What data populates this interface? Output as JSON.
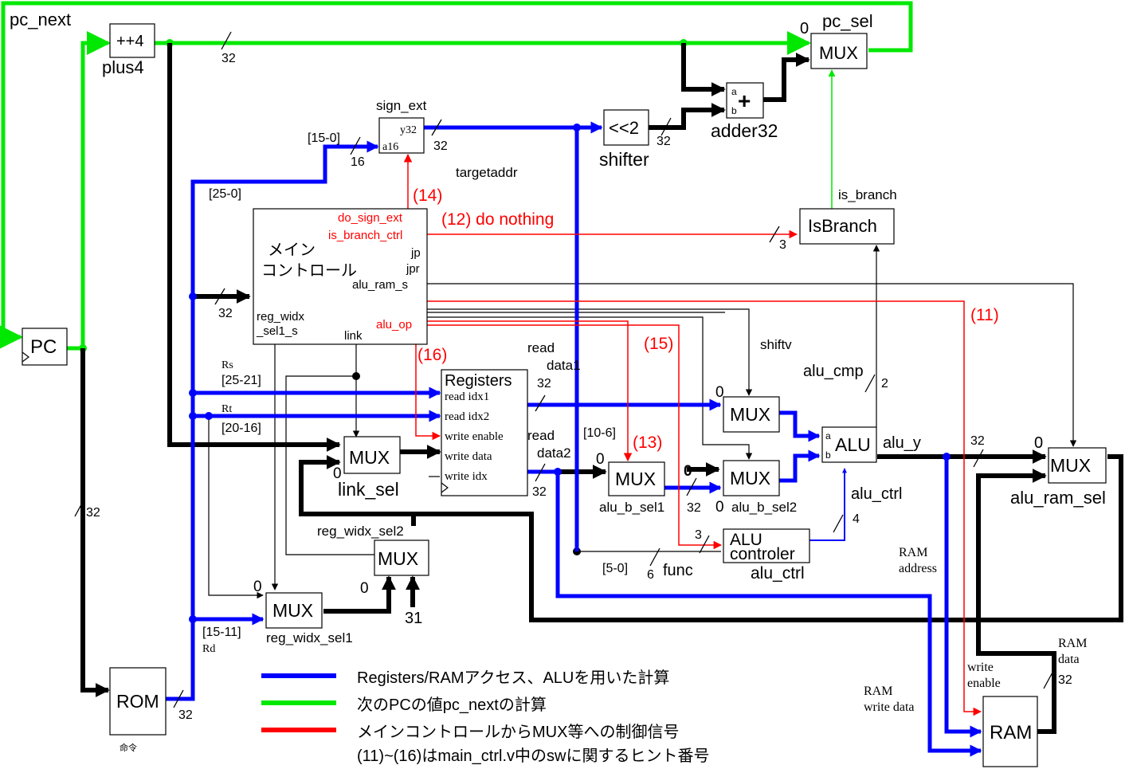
{
  "blocks": {
    "pc": "PC",
    "plus4": "++4",
    "plus4_name": "plus4",
    "rom": "ROM",
    "rom_sub": "命令",
    "sign_ext_name": "sign_ext",
    "sign_ext_y": "y32",
    "sign_ext_a": "a16",
    "shifter": "<<2",
    "shifter_name": "shifter",
    "adder": "+",
    "adder_name": "adder32",
    "adder_a": "a",
    "adder_b": "b",
    "pc_mux": "MUX",
    "pc_sel": "pc_sel",
    "isbranch": "IsBranch",
    "is_branch": "is_branch",
    "main_ctrl_line1": "メイン",
    "main_ctrl_line2": "コントロール",
    "registers": "Registers",
    "alu": "ALU",
    "alu_a": "a",
    "alu_b": "b",
    "alu_controler_line1": "ALU",
    "alu_controler_line2": "controler",
    "alu_ctrl_name": "alu_ctrl",
    "ram": "RAM",
    "mux": "MUX",
    "link_sel": "link_sel",
    "reg_widx_sel1": "reg_widx_sel1",
    "reg_widx_sel2": "reg_widx_sel2",
    "alu_b_sel1": "alu_b_sel1",
    "alu_b_sel2": "alu_b_sel2",
    "alu_ram_sel": "alu_ram_sel"
  },
  "ports": {
    "do_sign_ext": "do_sign_ext",
    "is_branch_ctrl": "is_branch_ctrl",
    "jp": "jp",
    "jpr": "jpr",
    "alu_ram_s": "alu_ram_s",
    "reg_widx_sel1_s_1": "reg_widx",
    "reg_widx_sel1_s_2": "_sel1_s",
    "link": "link",
    "alu_op": "alu_op",
    "read_idx1": "read idx1",
    "read_idx2": "read idx2",
    "write_enable": "write enable",
    "write_data": "write data",
    "write_idx": "write idx",
    "read_data1_a": "read",
    "read_data1_b": "data1",
    "read_data2_a": "read",
    "read_data2_b": "data2"
  },
  "labels": {
    "pc_next": "pc_next",
    "targetaddr": "targetaddr",
    "shiftv": "shiftv",
    "alu_cmp": "alu_cmp",
    "alu_y": "alu_y",
    "alu_ctrl": "alu_ctrl",
    "func": "func",
    "rs": "Rs",
    "rt": "Rt",
    "rd": "Rd",
    "b15_0": "[15-0]",
    "b25_0": "[25-0]",
    "b25_21": "[25-21]",
    "b20_16": "[20-16]",
    "b15_11": "[15-11]",
    "b10_6": "[10-6]",
    "b5_0": "[5-0]",
    "ram_address_1": "RAM",
    "ram_address_2": "address",
    "ram_data_1": "RAM",
    "ram_data_2": "data",
    "ram_write_data_1": "RAM",
    "ram_write_data_2": "write data",
    "ram_write_enable_1": "write",
    "ram_write_enable_2": "enable",
    "const_31": "31",
    "zero": "0"
  },
  "widths": {
    "w32": "32",
    "w16": "16",
    "w3": "3",
    "w2": "2",
    "w4": "4",
    "w6": "6"
  },
  "hints": {
    "h11": "(11)",
    "h12": "(12) do nothing",
    "h13": "(13)",
    "h14": "(14)",
    "h15": "(15)",
    "h16": "(16)"
  },
  "legend": {
    "blue": "Registers/RAMアクセス、ALUを用いた計算",
    "green": "次のPCの値pc_nextの計算",
    "red_1": "メインコントロールからMUX等への制御信号",
    "red_2": "(11)~(16)はmain_ctrl.v中のswに関するヒント番号"
  },
  "colors": {
    "datapath": "#0000ff",
    "pc_path": "#00e800",
    "control": "#ff0000",
    "bus": "#000000"
  }
}
